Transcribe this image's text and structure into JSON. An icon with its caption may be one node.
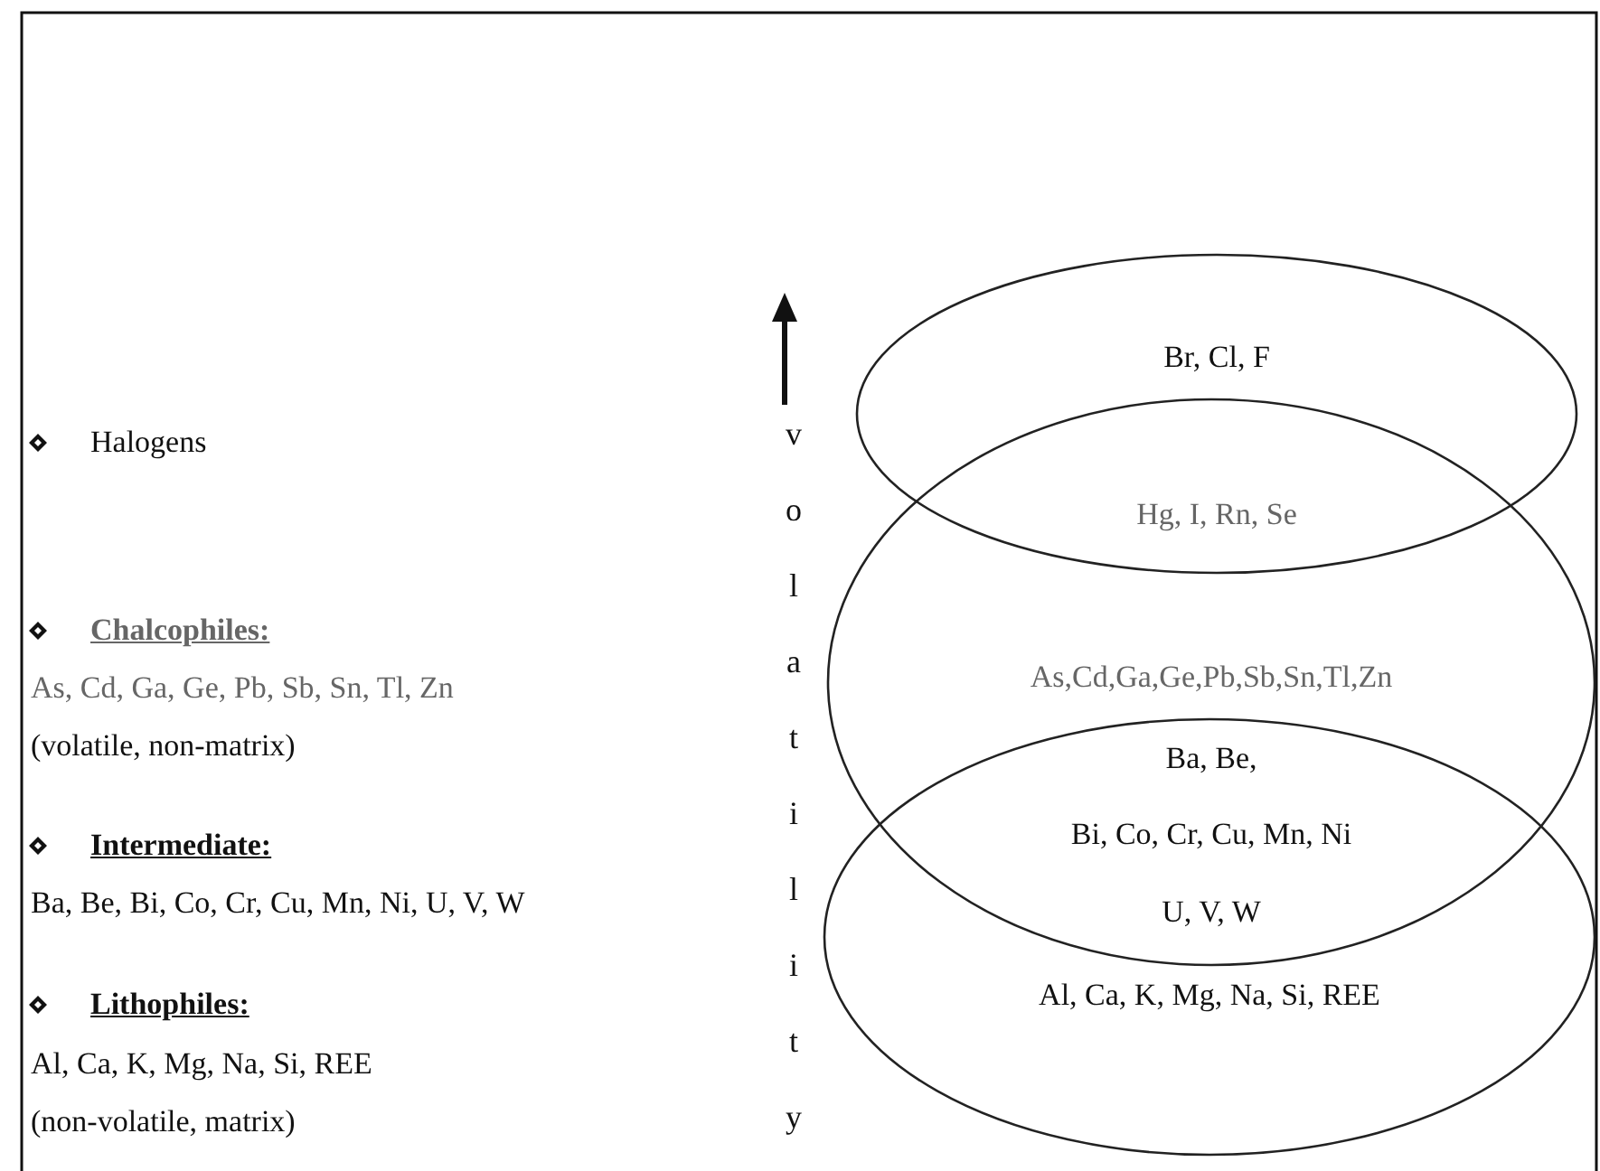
{
  "diagram": {
    "nodes": [
      {
        "text": [
          "Br, Cl, F"
        ]
      },
      {
        "text": [
          "As,Cd,Ga,Ge,Pb,Sb,Sn,Tl,Zn"
        ]
      },
      {
        "text": [
          "Al, Ca, K, Mg, Na, Si, REE"
        ]
      }
    ],
    "edges": [],
    "labels": [
      "Halogens",
      "Chalcophiles:",
      "As, Cd,  Ga, Ge, Pb, Sb, Sn, Tl, Zn",
      "(volatile, non-matrix)",
      "Intermediate:",
      "Ba, Be, Bi, Co, Cr, Cu, Mn, Ni, U, V, W",
      "Lithophiles:",
      "Al, Ca, K, Mg, Na, Si, REE",
      "(non-volatile, matrix)",
      "volatility",
      "Hg, I, Rn, Se",
      "Ba, Be,",
      "Bi, Co, Cr, Cu, Mn, Ni",
      "U, V, W"
    ]
  }
}
